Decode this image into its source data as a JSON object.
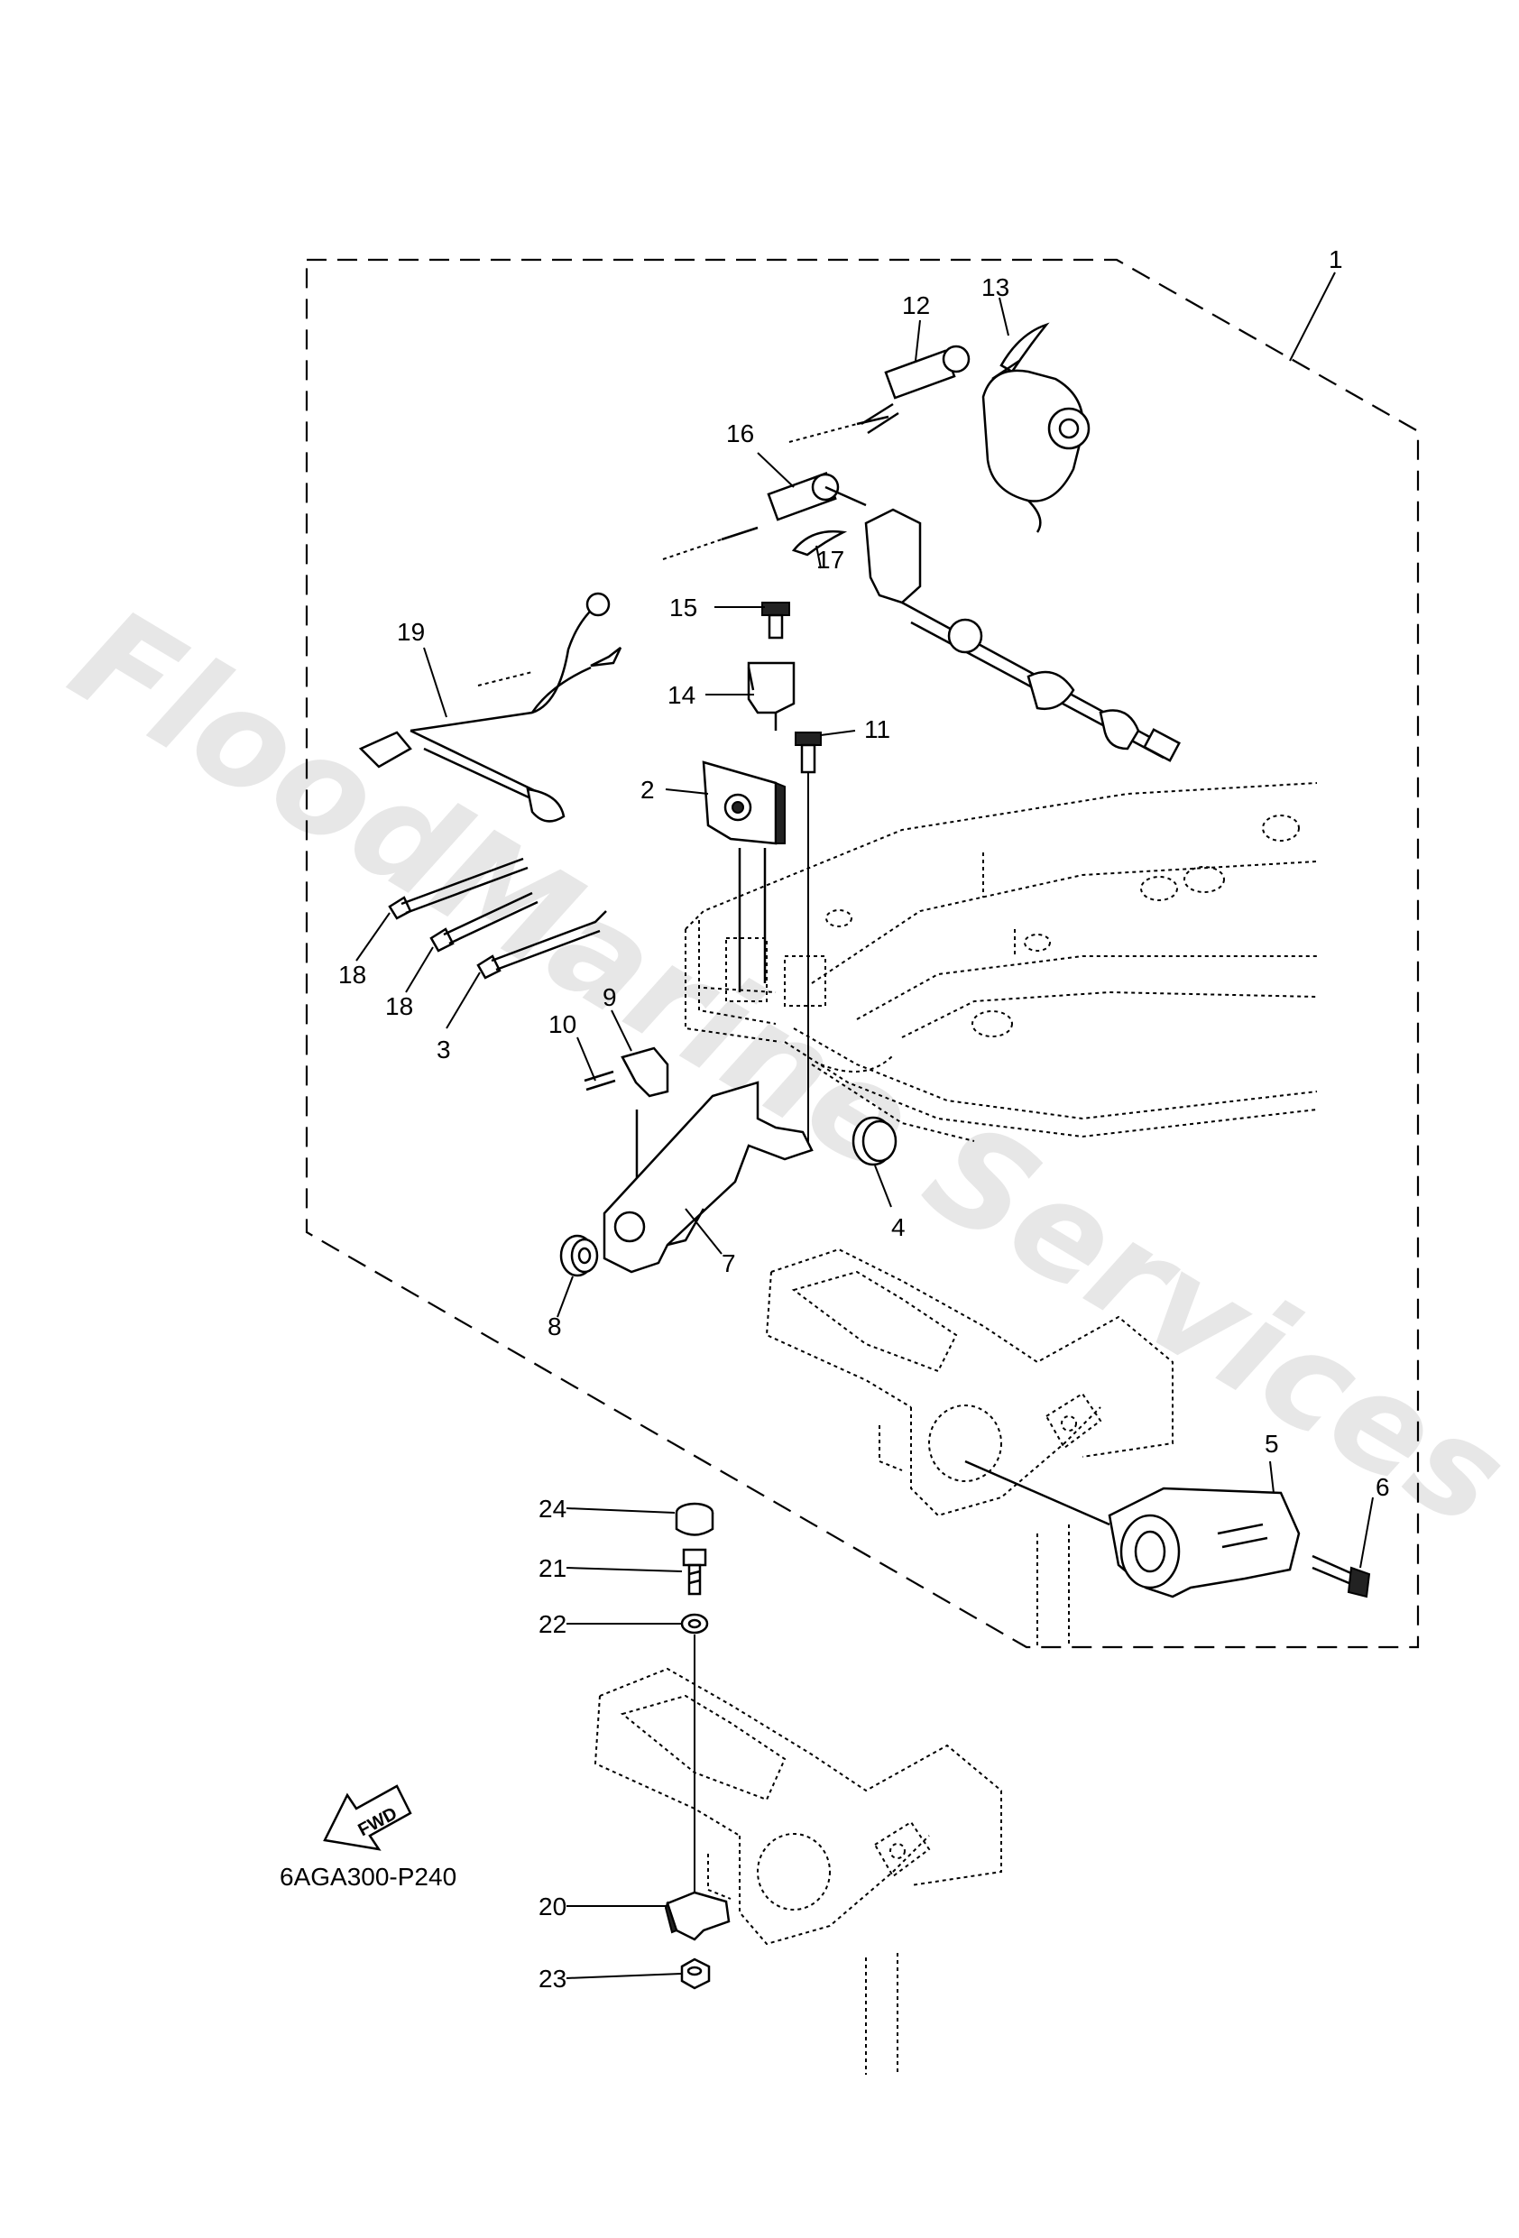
{
  "watermark": "FloodMarine Services",
  "reference_code": "6AGA300-P240",
  "fwd_label": "FWD",
  "callouts": [
    {
      "id": "c1",
      "label": "1"
    },
    {
      "id": "c2",
      "label": "2"
    },
    {
      "id": "c3",
      "label": "3"
    },
    {
      "id": "c4",
      "label": "4"
    },
    {
      "id": "c5",
      "label": "5"
    },
    {
      "id": "c6",
      "label": "6"
    },
    {
      "id": "c7",
      "label": "7"
    },
    {
      "id": "c8",
      "label": "8"
    },
    {
      "id": "c9",
      "label": "9"
    },
    {
      "id": "c10",
      "label": "10"
    },
    {
      "id": "c11",
      "label": "11"
    },
    {
      "id": "c12",
      "label": "12"
    },
    {
      "id": "c13",
      "label": "13"
    },
    {
      "id": "c14",
      "label": "14"
    },
    {
      "id": "c15",
      "label": "15"
    },
    {
      "id": "c16",
      "label": "16"
    },
    {
      "id": "c17",
      "label": "17"
    },
    {
      "id": "c18a",
      "label": "18"
    },
    {
      "id": "c18b",
      "label": "18"
    },
    {
      "id": "c19",
      "label": "19"
    },
    {
      "id": "c20",
      "label": "20"
    },
    {
      "id": "c21",
      "label": "21"
    },
    {
      "id": "c22",
      "label": "22"
    },
    {
      "id": "c23",
      "label": "23"
    },
    {
      "id": "c24",
      "label": "24"
    }
  ]
}
